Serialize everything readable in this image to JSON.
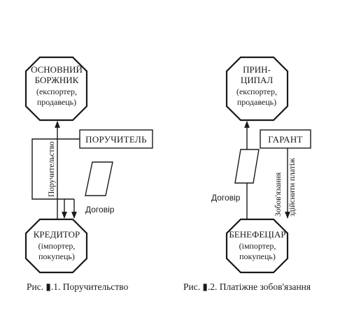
{
  "figure1": {
    "top_node": {
      "lines": [
        "ОСНОВНИЙ",
        "БОРЖНИК",
        "(експортер,",
        "продавець)"
      ]
    },
    "bottom_node": {
      "lines": [
        "КРЕДИТОР",
        "(імпортер,",
        "покупець)"
      ]
    },
    "box_label": "ПОРУЧИТЕЛЬ",
    "vertical_label": "Поручительство",
    "doc_label": "Договір",
    "caption": "Рис. ▮.1. Поручительство"
  },
  "figure2": {
    "top_node": {
      "lines": [
        "ПРИН-",
        "ЦИПАЛ",
        "(експортер,",
        "продавець)"
      ]
    },
    "bottom_node": {
      "lines": [
        "БЕНЕФЕЦІАР",
        "(імпортер,",
        "покупець)"
      ]
    },
    "box_label": "ГАРАНТ",
    "vertical_label_1": "Зобов'язання",
    "vertical_label_2": "здійснити платіж",
    "doc_label": "Договір",
    "caption": "Рис. ▮.2. Платіжне зобов'язання"
  }
}
